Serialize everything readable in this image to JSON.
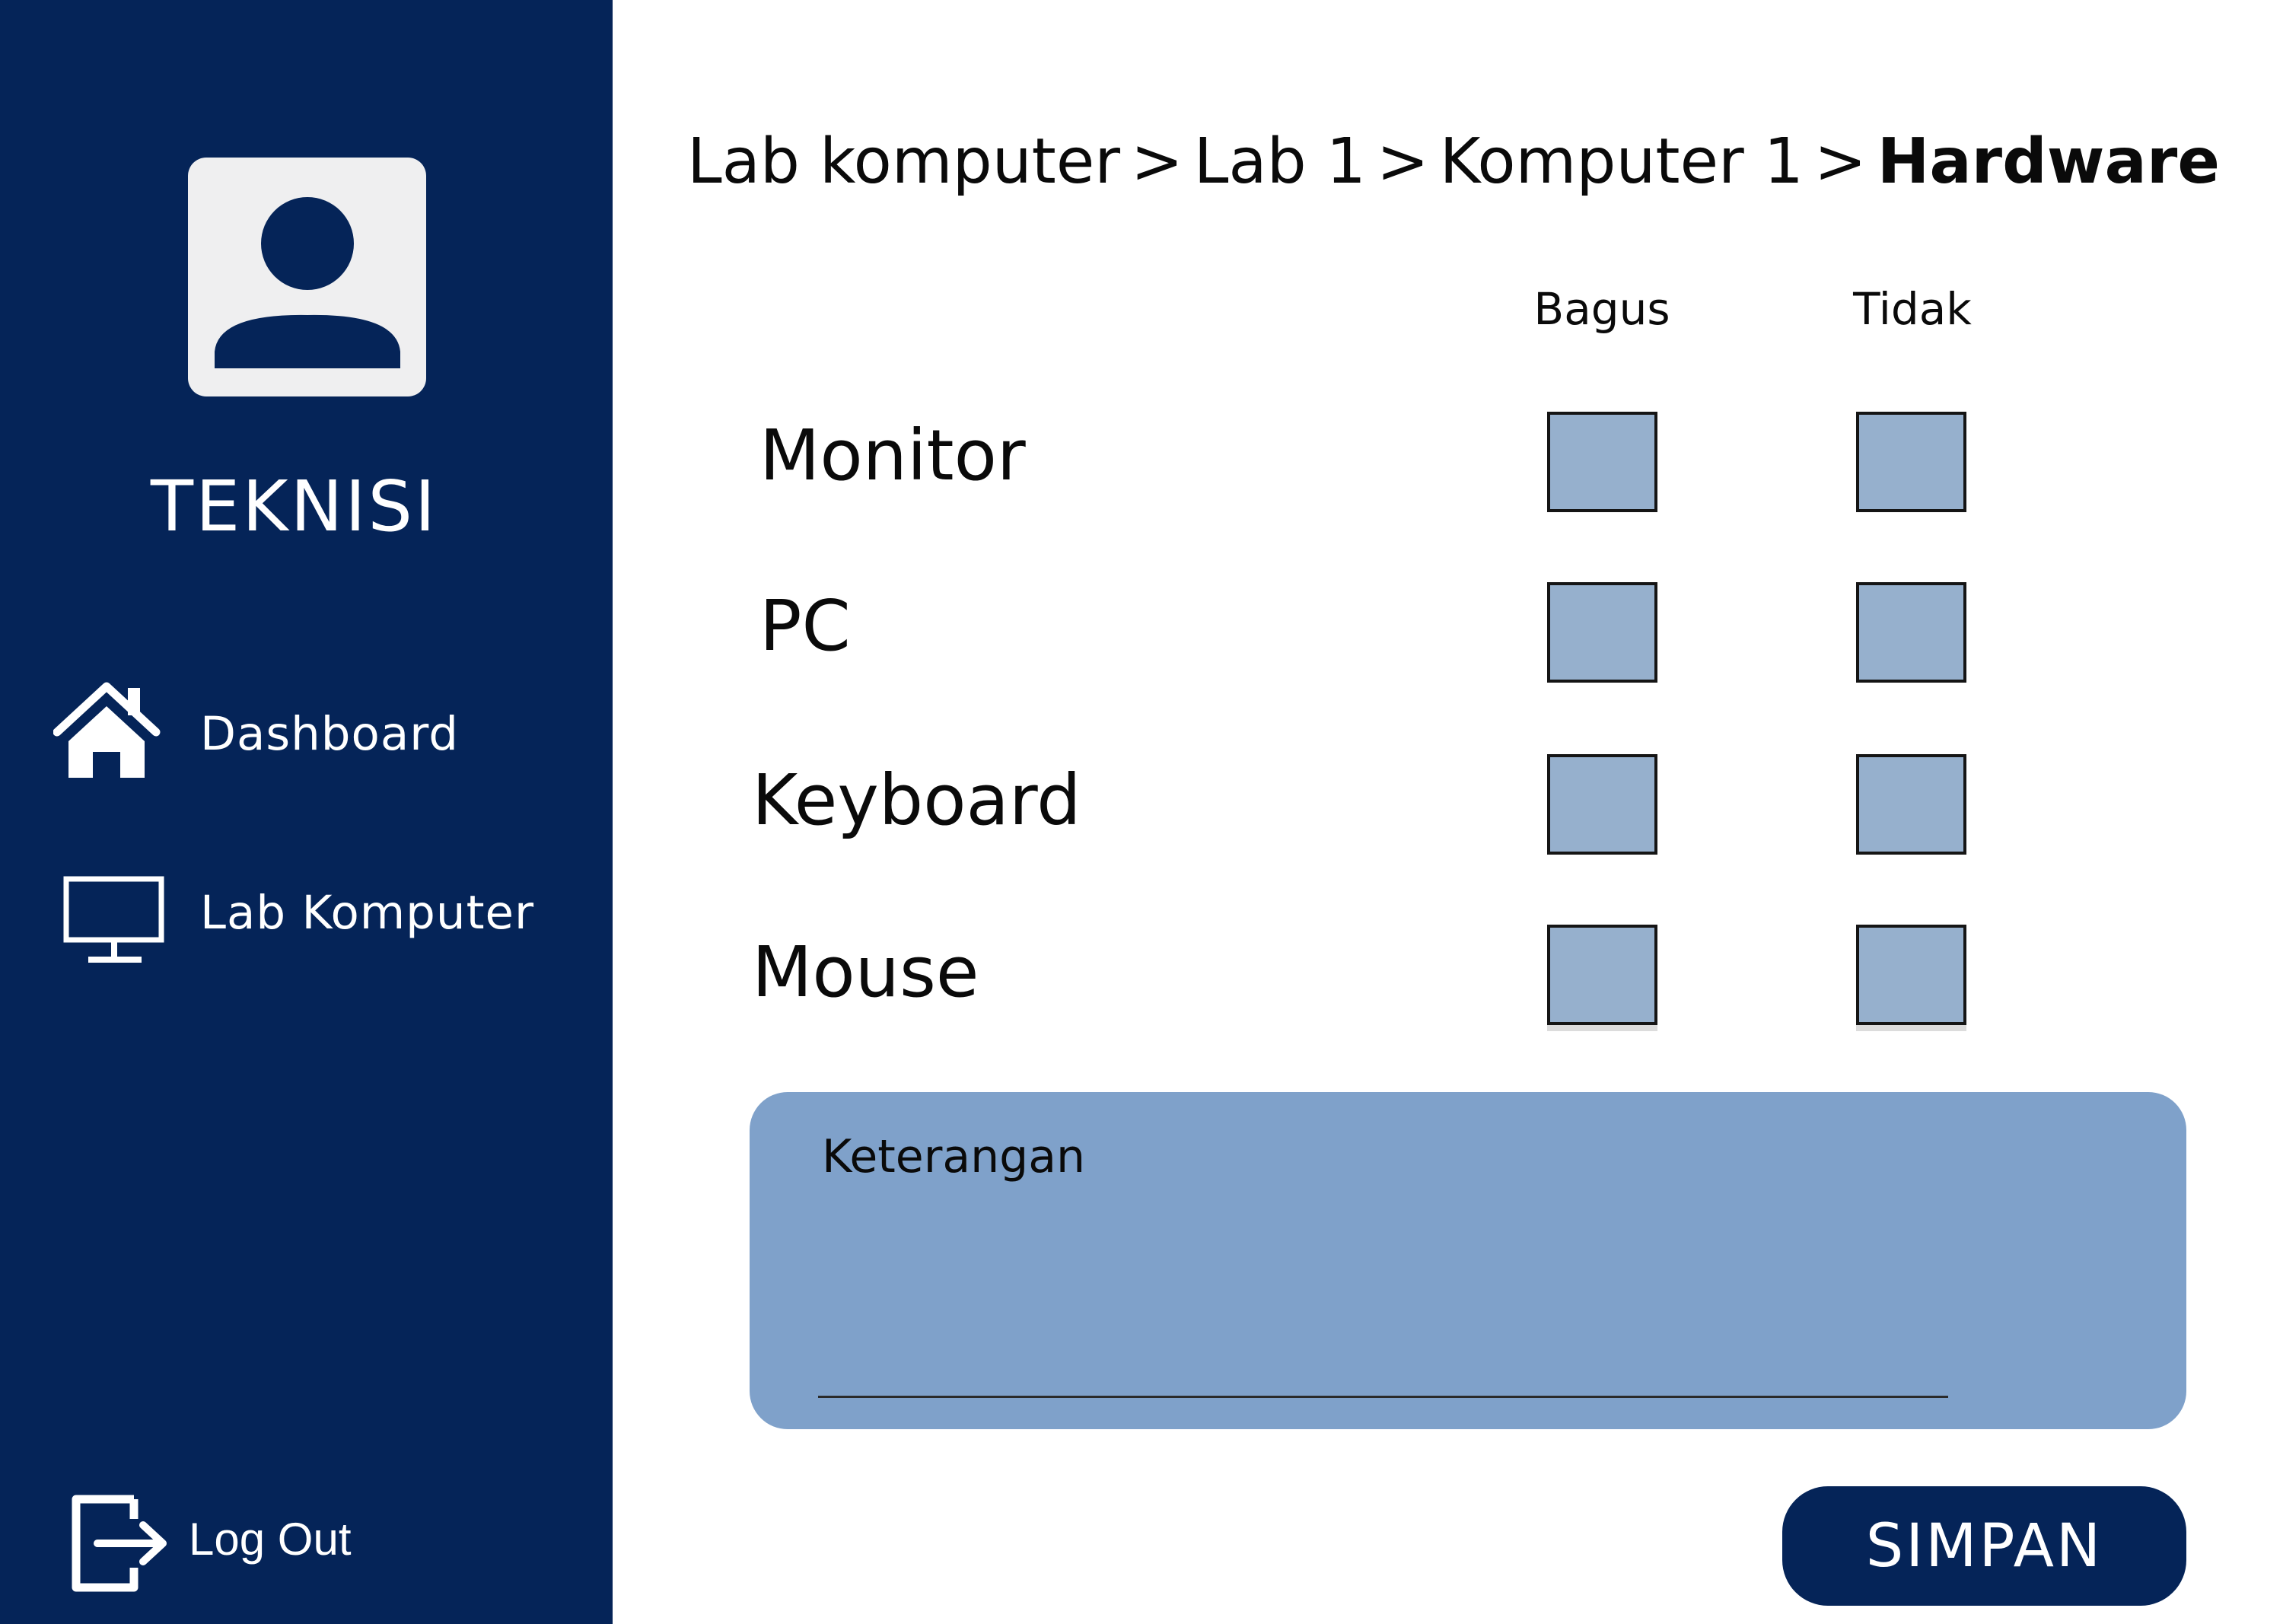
{
  "sidebar": {
    "role": "TEKNISI",
    "items": [
      {
        "label": "Dashboard",
        "icon": "home-icon"
      },
      {
        "label": "Lab Komputer",
        "icon": "monitor-icon"
      }
    ],
    "logout_label": "Log Out",
    "logout_icon": "logout-icon",
    "avatar_icon": "user-icon"
  },
  "breadcrumb": {
    "items": [
      "Lab komputer",
      "Lab 1",
      "Komputer 1"
    ],
    "separator": ">",
    "current": "Hardware"
  },
  "checklist": {
    "columns": [
      "Bagus",
      "Tidak"
    ],
    "rows": [
      {
        "label": "Monitor",
        "bagus": false,
        "tidak": false
      },
      {
        "label": "PC",
        "bagus": false,
        "tidak": false
      },
      {
        "label": "Keyboard",
        "bagus": false,
        "tidak": false
      },
      {
        "label": "Mouse",
        "bagus": false,
        "tidak": false
      }
    ]
  },
  "notes": {
    "label": "Keterangan",
    "value": ""
  },
  "save_label": "SIMPAN",
  "colors": {
    "sidebar": "#052458",
    "checkbox": "#96b0cd",
    "notes_panel": "#7fa1ca",
    "button": "#052458"
  }
}
